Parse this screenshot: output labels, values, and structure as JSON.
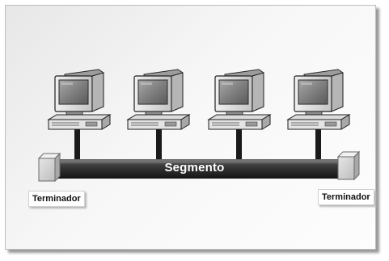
{
  "diagram": {
    "segment_label": "Segmento",
    "terminators": [
      {
        "label": "Terminador"
      },
      {
        "label": "Terminador"
      }
    ],
    "computers": [
      {
        "icon": "computer-icon"
      },
      {
        "icon": "computer-icon"
      },
      {
        "icon": "computer-icon"
      },
      {
        "icon": "computer-icon"
      }
    ]
  }
}
